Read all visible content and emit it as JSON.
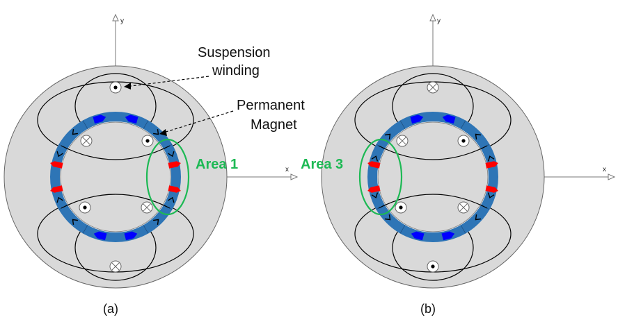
{
  "colors": {
    "stator": "#d9d9d9",
    "magnet": "#2e75b6",
    "area_highlight": "#1db954",
    "pole_radial": "#ff0000",
    "pole_tangential": "#0000ff"
  },
  "diagram_a": {
    "axis_x": "x",
    "axis_y": "y",
    "label_suspension": [
      "Suspension",
      "winding"
    ],
    "label_magnet": [
      "Permanent",
      "Magnet"
    ],
    "area_label": "Area 1",
    "caption": "(a)"
  },
  "diagram_b": {
    "axis_x": "x",
    "axis_y": "y",
    "area_label": "Area 3",
    "caption": "(b)"
  },
  "icons": {
    "current_out": "dot-in-circle-icon",
    "current_in": "cross-in-circle-icon",
    "flux_arrow": "chevron-arrow-icon"
  }
}
